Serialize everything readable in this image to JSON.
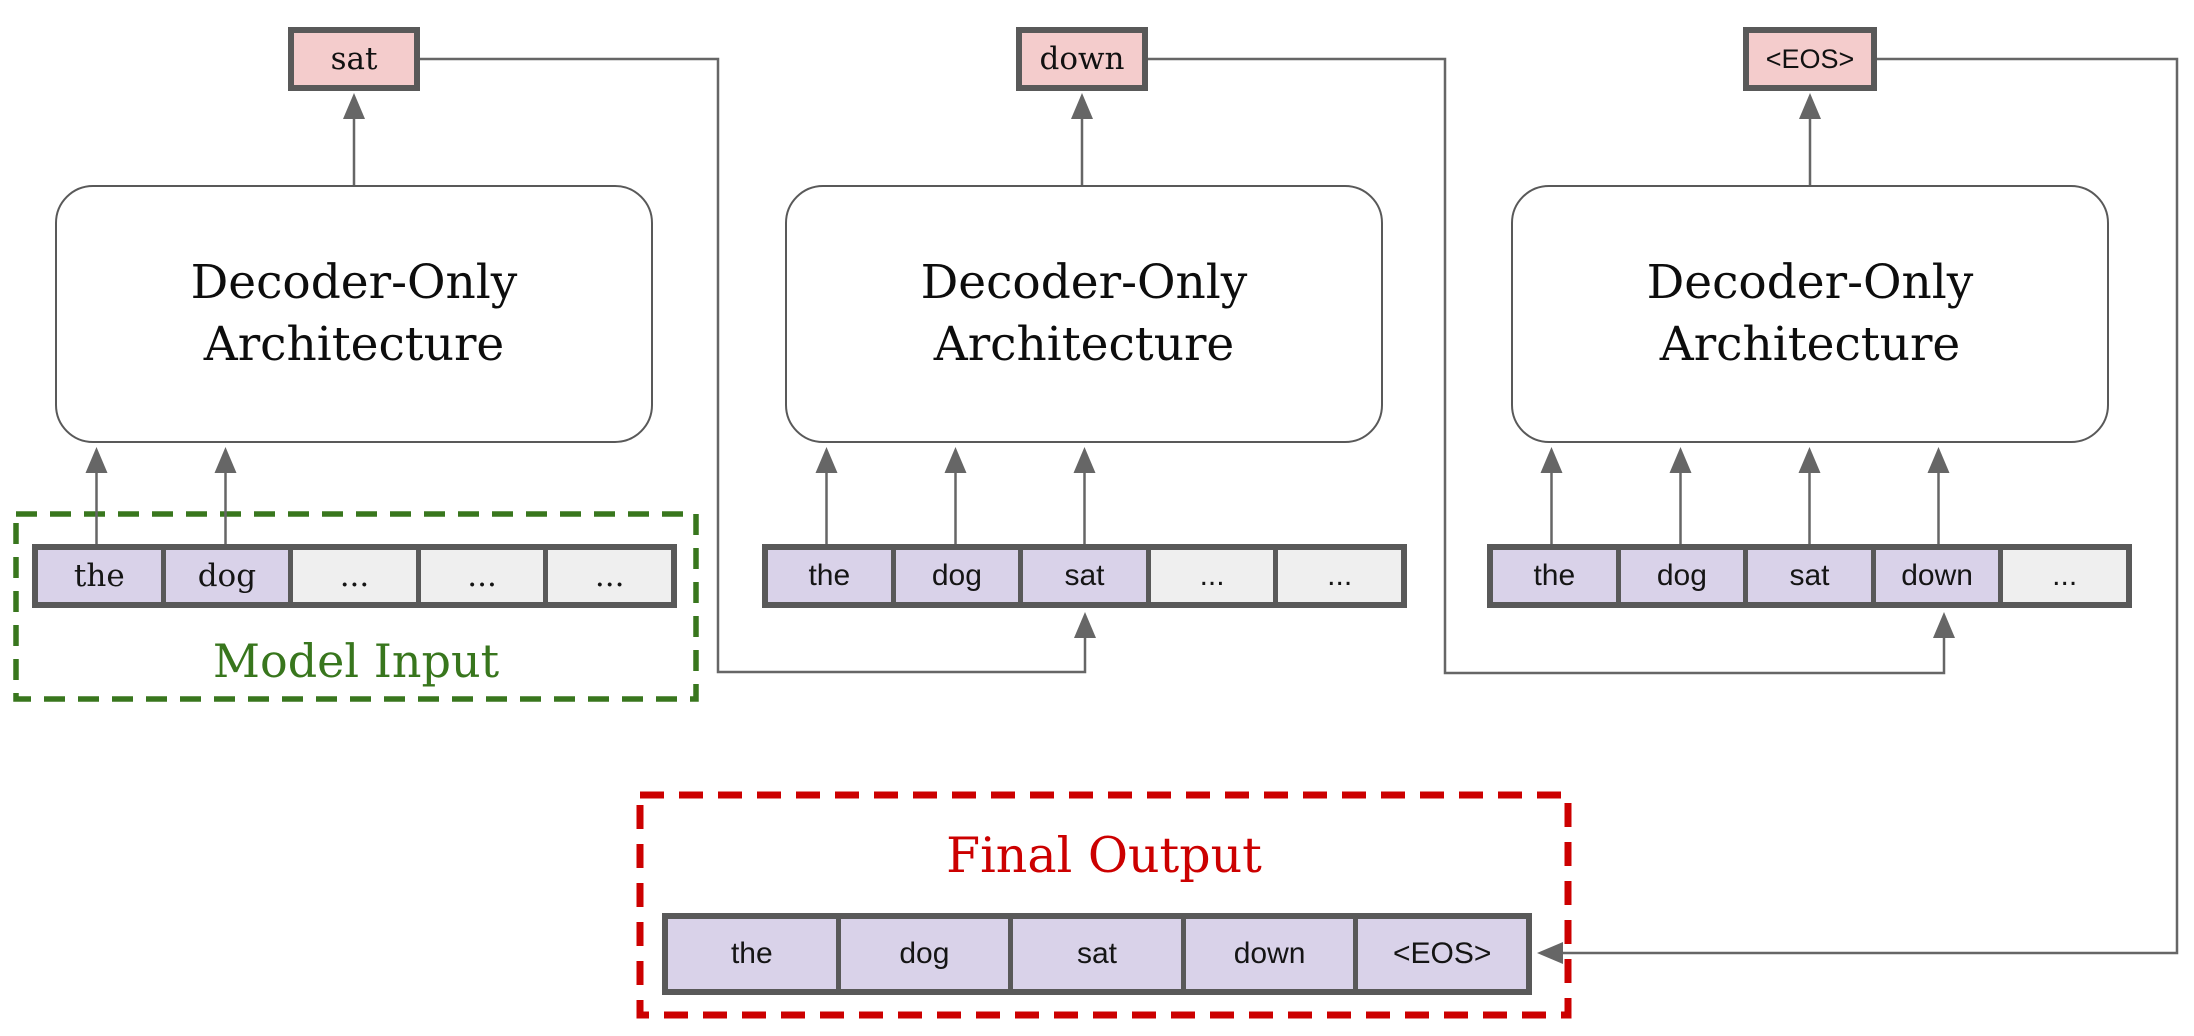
{
  "blocks": [
    {
      "output_token": "sat",
      "decoder_label": [
        "Decoder-Only",
        "Architecture"
      ],
      "input_tokens": [
        "the",
        "dog",
        "...",
        "...",
        "..."
      ]
    },
    {
      "output_token": "down",
      "decoder_label": [
        "Decoder-Only",
        "Architecture"
      ],
      "input_tokens": [
        "the",
        "dog",
        "sat",
        "...",
        "..."
      ]
    },
    {
      "output_token": "<EOS>",
      "decoder_label": [
        "Decoder-Only",
        "Architecture"
      ],
      "input_tokens": [
        "the",
        "dog",
        "sat",
        "down",
        "..."
      ]
    }
  ],
  "model_input": {
    "label": "Model Input"
  },
  "final_output": {
    "label": "Final Output",
    "tokens": [
      "the",
      "dog",
      "sat",
      "down",
      "<EOS>"
    ]
  },
  "colors": {
    "token_fill": "#d9d2e9",
    "placeholder_fill": "#efefef",
    "output_fill": "#f4cccc",
    "box_border": "#595959",
    "wire": "#666666",
    "model_input_accent": "#38761d",
    "final_output_accent": "#cc0000"
  }
}
